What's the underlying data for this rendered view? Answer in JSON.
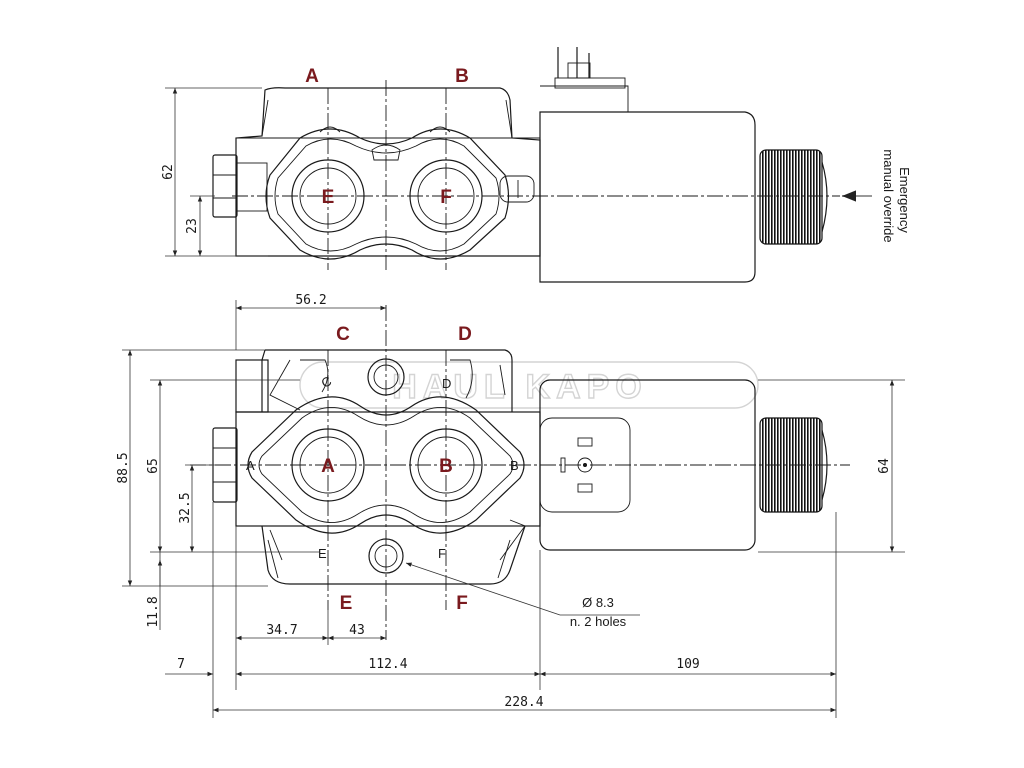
{
  "ports": {
    "top": {
      "a": "A",
      "b": "B",
      "e": "E",
      "f": "F"
    },
    "front": {
      "c": "C",
      "d": "D",
      "a": "A",
      "b": "B",
      "e": "E",
      "f": "F"
    }
  },
  "dimensions": {
    "d62": "62",
    "d23": "23",
    "d56_2": "56.2",
    "d88_5": "88.5",
    "d65": "65",
    "d32_5": "32.5",
    "d11_8": "11.8",
    "d34_7": "34.7",
    "d43": "43",
    "d7": "7",
    "d112_4": "112.4",
    "d109": "109",
    "d228_4": "228.4",
    "d64": "64"
  },
  "notes": {
    "hole_dia": "Ø 8.3",
    "hole_count": "n. 2 holes",
    "override_line1": "Emergency",
    "override_line2": "manual override"
  },
  "watermark": "HAUL KAPO"
}
